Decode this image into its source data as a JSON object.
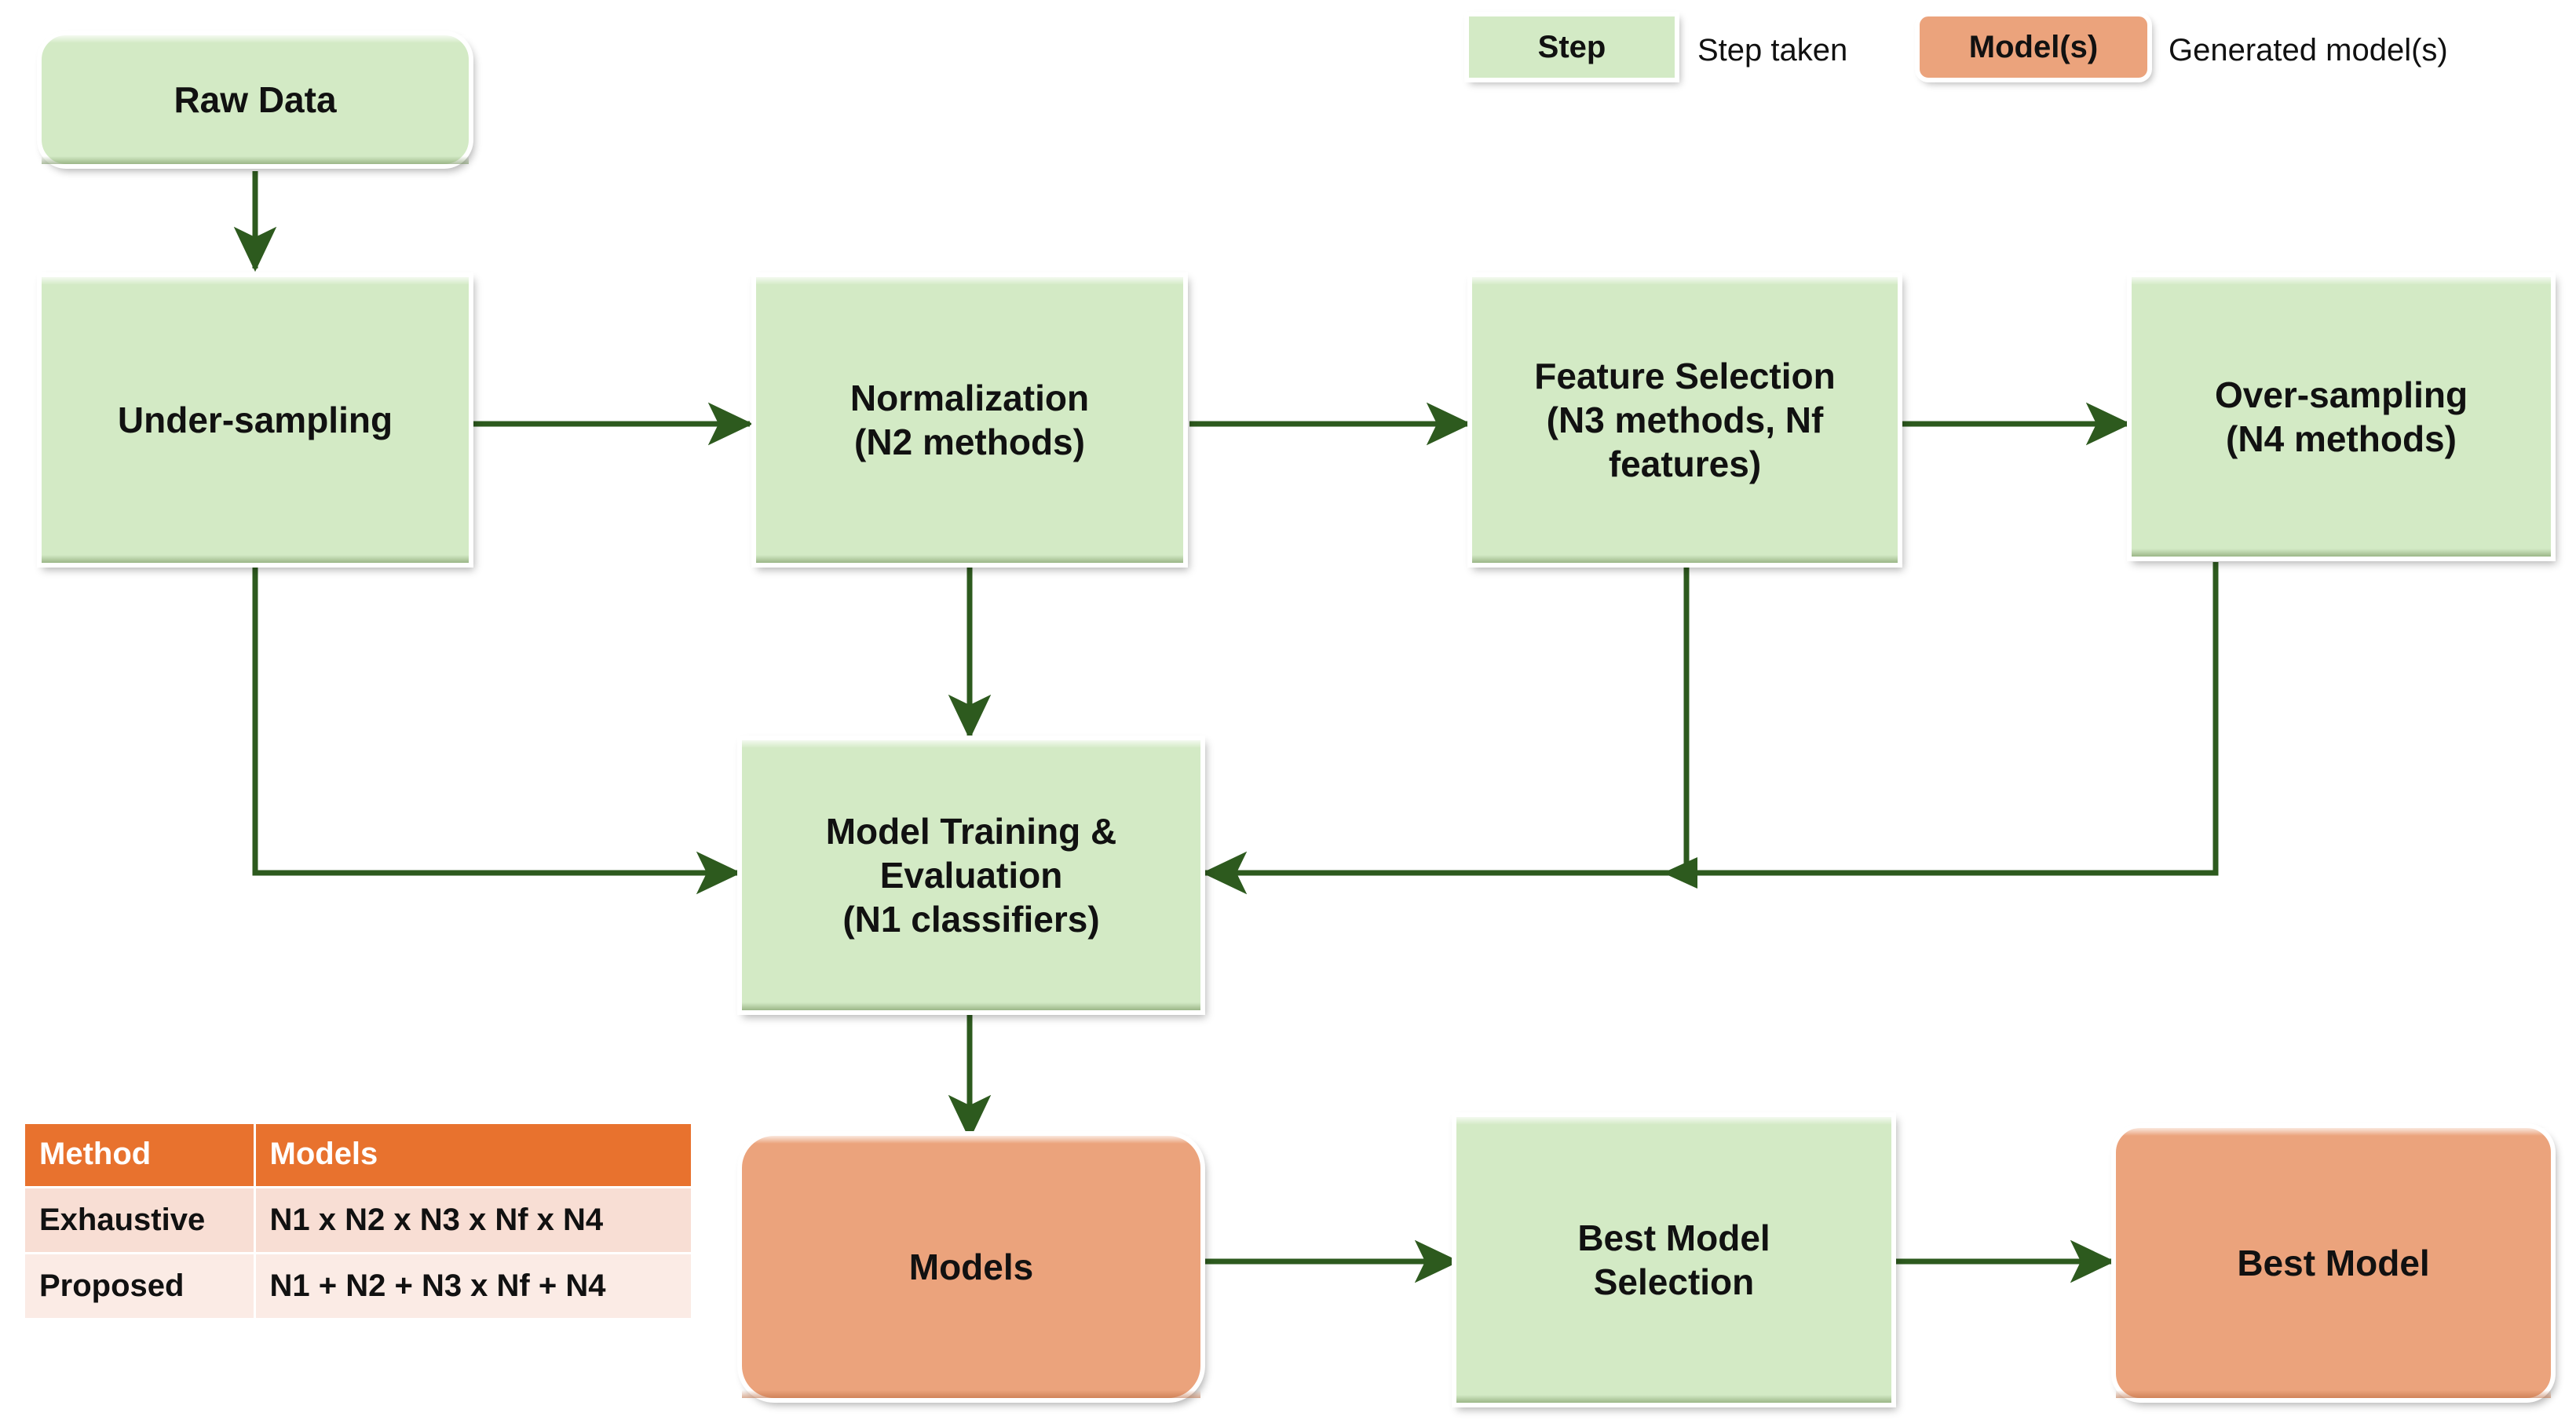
{
  "diagram": {
    "title": "Machine learning pipeline flowchart",
    "colors": {
      "step_fill": "#d3eac5",
      "model_fill": "#eba37c",
      "arrow": "#2d5a1e",
      "table_header": "#e8722e",
      "table_row_1": "#f8ded4",
      "table_row_2": "#fbebe5",
      "box_halo": "#ffffff"
    }
  },
  "legend": {
    "step_box_label": "Step",
    "step_caption": "Step taken",
    "model_box_label": "Model(s)",
    "model_caption": "Generated model(s)"
  },
  "nodes": {
    "raw_data": "Raw Data",
    "under_sampling": "Under-sampling",
    "normalization": "Normalization\n(N2 methods)",
    "feature_selection": "Feature Selection\n(N3  methods, Nf features)",
    "over_sampling": "Over-sampling\n(N4  methods)",
    "model_training": "Model Training &\nEvaluation\n(N1 classifiers)",
    "models": "Models",
    "best_model_selection": "Best Model\nSelection",
    "best_model": "Best Model"
  },
  "table": {
    "headers": [
      "Method",
      "Models"
    ],
    "rows": [
      [
        "Exhaustive",
        "N1 x N2 x N3 x Nf x N4"
      ],
      [
        "Proposed",
        "N1 + N2 + N3 x Nf + N4"
      ]
    ]
  }
}
